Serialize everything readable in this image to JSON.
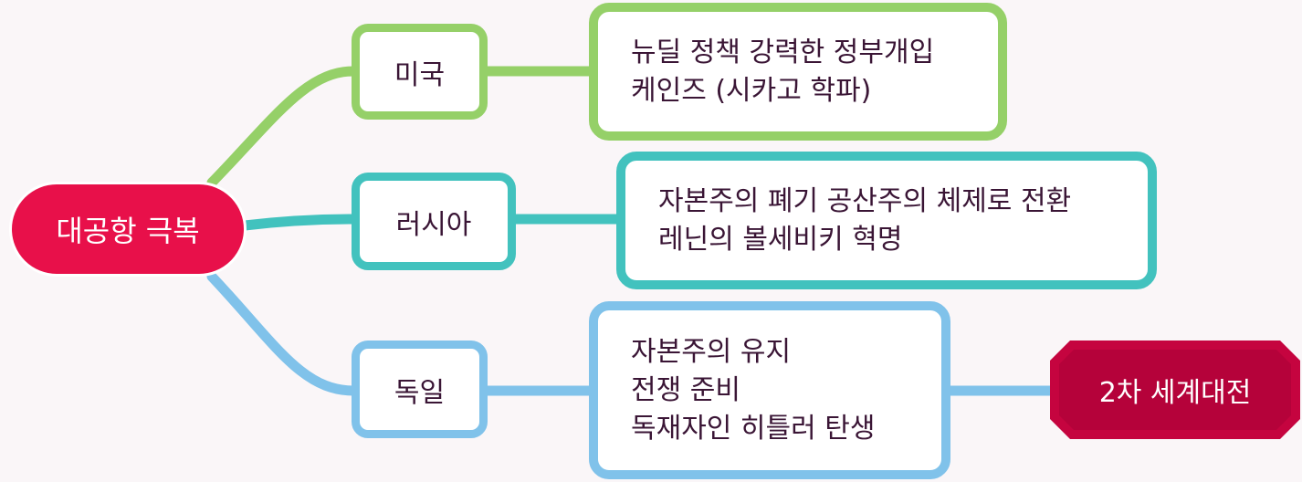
{
  "colors": {
    "background": "#faf6f8",
    "root": "#e8104a",
    "us": "#95d068",
    "russia": "#42c2be",
    "germany": "#80c2ea",
    "result": "#c5043f",
    "text": "#3a1535"
  },
  "root": {
    "label": "대공항 극복"
  },
  "branches": {
    "us": {
      "label": "미국",
      "details": [
        "뉴딜 정책 강력한 정부개입",
        "케인즈 (시카고 학파)"
      ]
    },
    "russia": {
      "label": "러시아",
      "details": [
        "자본주의 폐기 공산주의 체제로 전환",
        "레닌의 볼세비키 혁명"
      ]
    },
    "germany": {
      "label": "독일",
      "details": [
        "자본주의 유지",
        "전쟁 준비",
        "독재자인 히틀러 탄생"
      ],
      "outcome": "2차 세계대전"
    }
  }
}
